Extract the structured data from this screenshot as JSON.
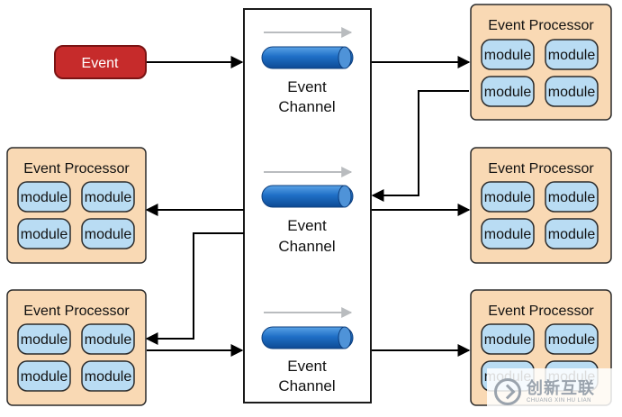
{
  "event": {
    "label": "Event"
  },
  "channels": [
    {
      "line1": "Event",
      "line2": "Channel"
    },
    {
      "line1": "Event",
      "line2": "Channel"
    },
    {
      "line1": "Event",
      "line2": "Channel"
    }
  ],
  "processors": [
    {
      "title": "Event Processor",
      "modules": [
        "module",
        "module",
        "module",
        "module"
      ]
    },
    {
      "title": "Event Processor",
      "modules": [
        "module",
        "module",
        "module",
        "module"
      ]
    },
    {
      "title": "Event Processor",
      "modules": [
        "module",
        "module",
        "module",
        "module"
      ]
    },
    {
      "title": "Event Processor",
      "modules": [
        "module",
        "module",
        "module",
        "module"
      ]
    },
    {
      "title": "Event Processor",
      "modules": [
        "module",
        "module",
        "module",
        "module"
      ]
    }
  ],
  "watermark": {
    "main": "创新互联",
    "sub": "CHUANG XIN HU LIAN"
  },
  "colors": {
    "event_fill": "#c62b2b",
    "processor_fill": "#f9d9b4",
    "module_fill": "#b9dcf3",
    "channel_fill": "#1f6fc6",
    "arrow": "#000000",
    "flow_arrow": "#b9bcbf"
  }
}
